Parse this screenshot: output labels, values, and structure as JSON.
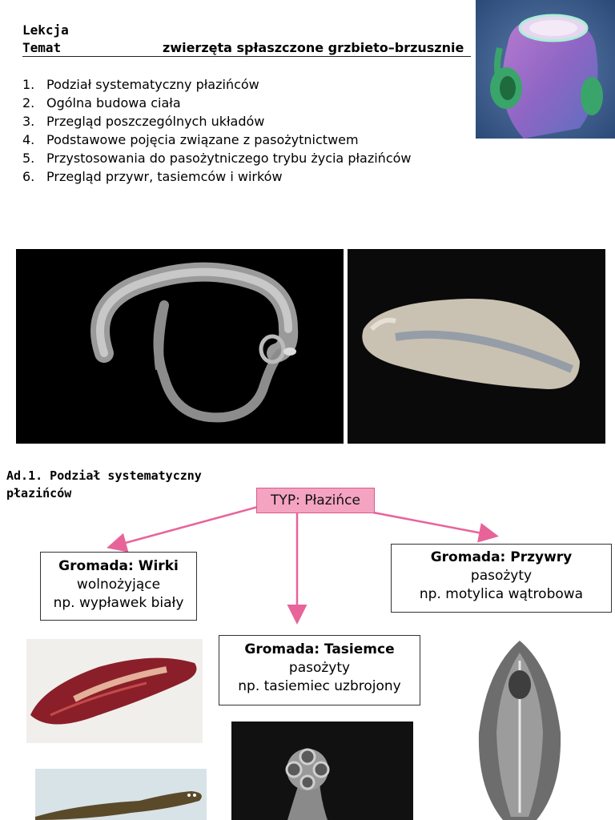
{
  "header": {
    "lesson_label": "Lekcja",
    "topic_label": "Temat",
    "topic_value": "zwierzęta spłaszczone grzbieto–brzusznie"
  },
  "outline": [
    {
      "num": "1.",
      "text": "Podział systematyczny płazińców"
    },
    {
      "num": "2.",
      "text": "Ogólna budowa ciała"
    },
    {
      "num": "3.",
      "text": "Przegląd poszczególnych układów"
    },
    {
      "num": "4.",
      "text": "Podstawowe pojęcia związane z pasożytnictwem"
    },
    {
      "num": "5.",
      "text": "Przystosowania do pasożytniczego trybu życia płazińców"
    },
    {
      "num": "6.",
      "text": "Przegląd przywr, tasiemców i wirków"
    }
  ],
  "section": {
    "heading_line1": "Ad.1. Podział systematyczny",
    "heading_line2": "płazińców"
  },
  "tree": {
    "root": "TYP: Płazińce",
    "classes": [
      {
        "title": "Gromada: Wirki",
        "line1": "wolnożyjące",
        "line2": "np. wypławek biały"
      },
      {
        "title": "Gromada: Tasiemce",
        "line1": "pasożyty",
        "line2": "np. tasiemiec uzbrojony"
      },
      {
        "title": "Gromada: Przywry",
        "line1": "pasożyty",
        "line2": "np. motylica wątrobowa"
      }
    ]
  },
  "colors": {
    "accent_pink": "#e8639a",
    "root_fill": "#f4a3c0"
  }
}
